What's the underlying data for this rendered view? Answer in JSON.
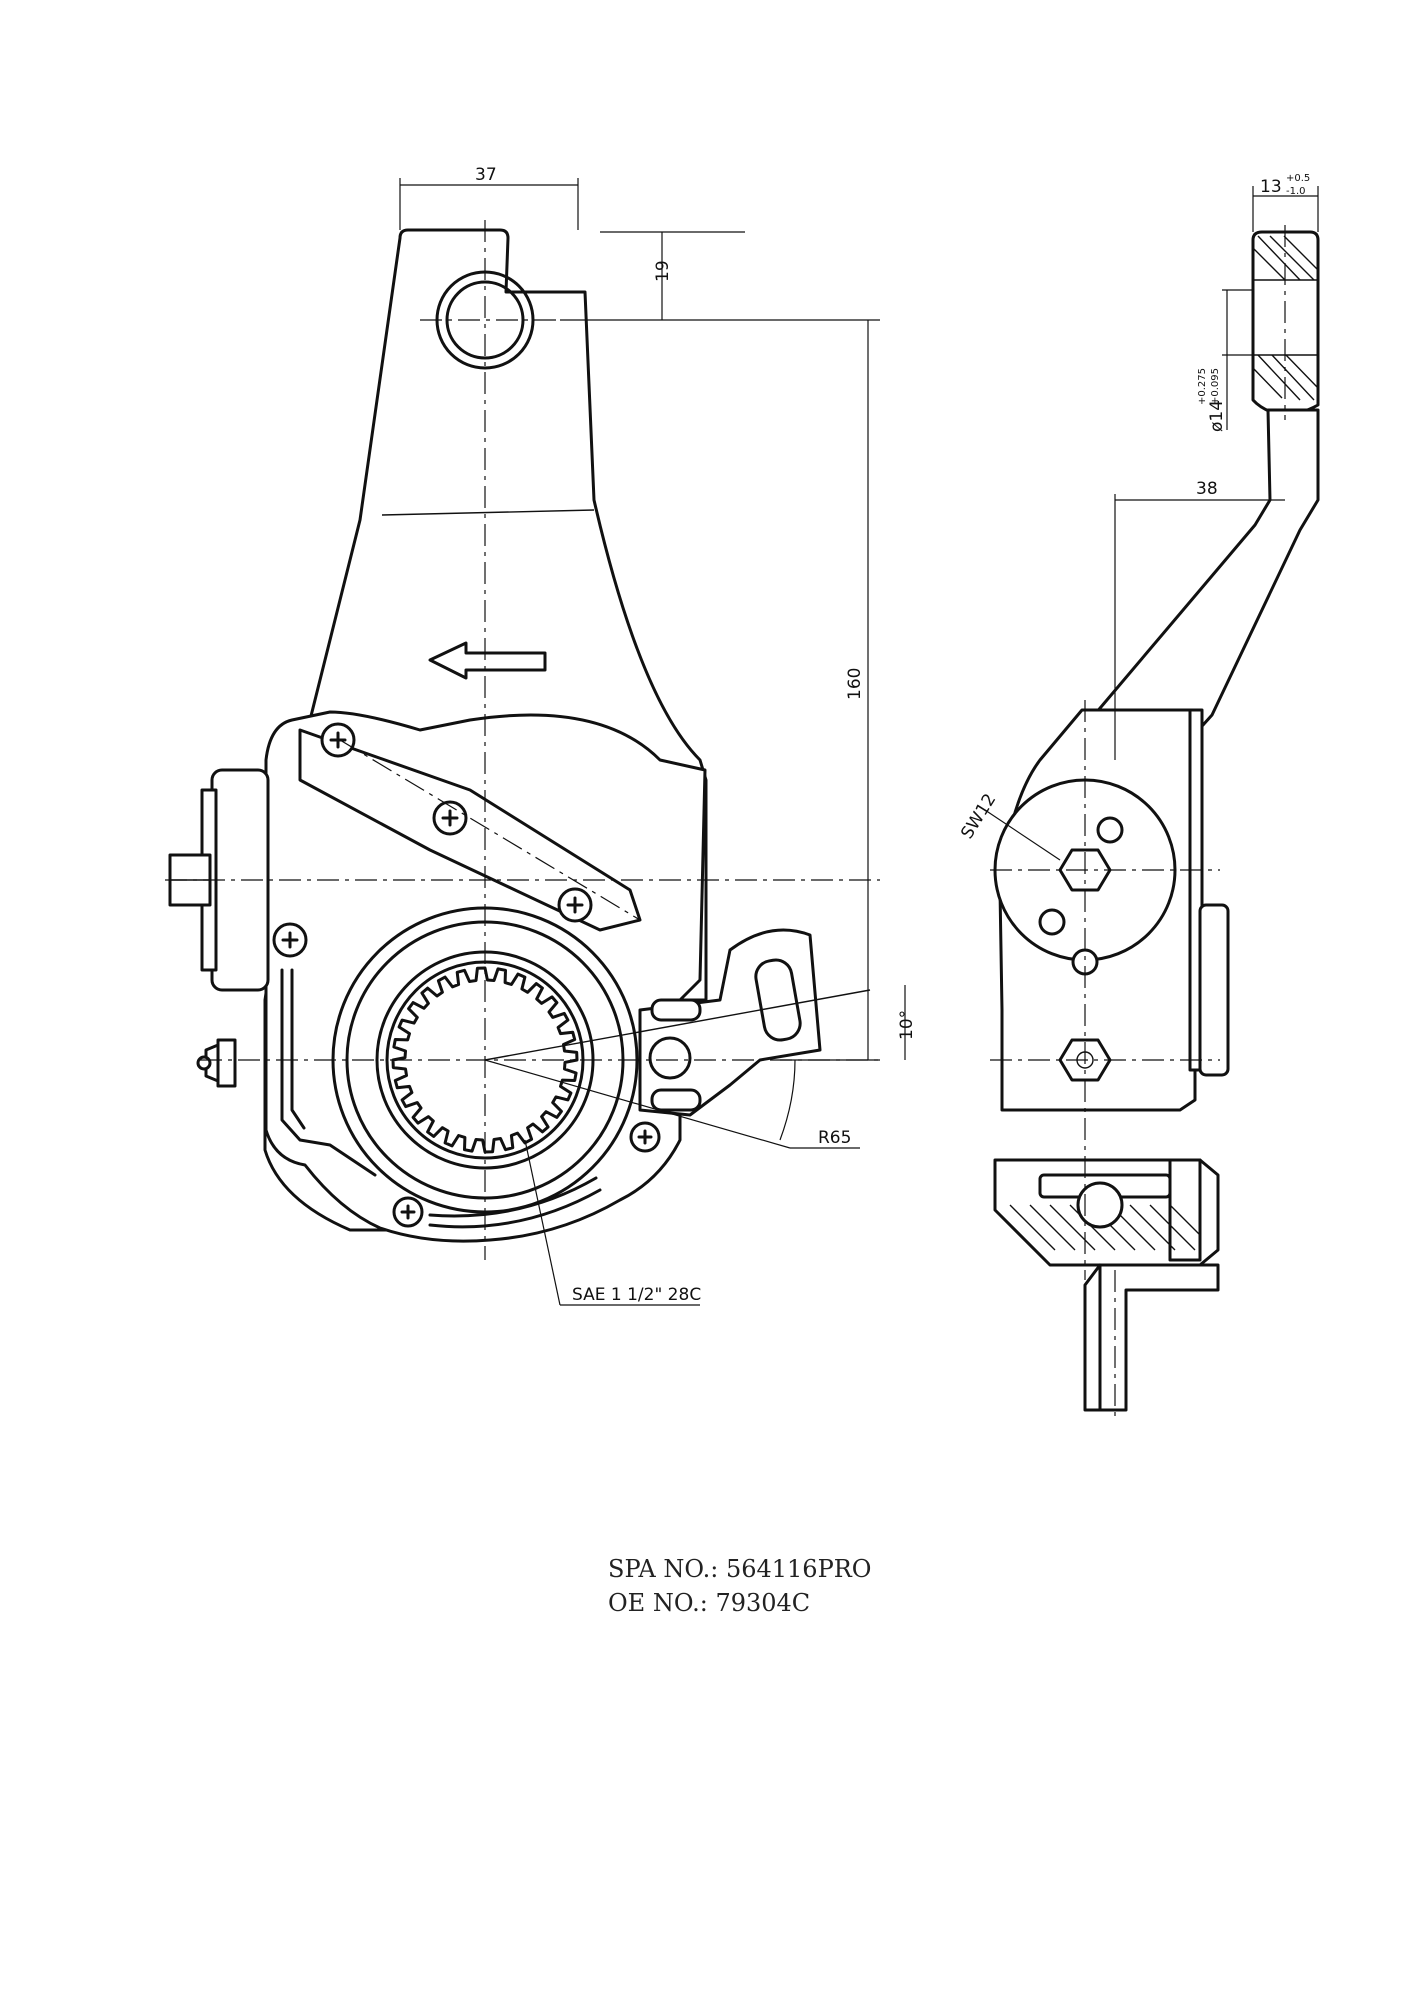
{
  "dimensions": {
    "width_37": "37",
    "height_19": "19",
    "length_160": "160",
    "angle_10": "10°",
    "radius_R65": "R65",
    "spline": "SAE 1 1/2\" 28C",
    "offset_38": "38",
    "wrench_SW12": "SW12",
    "thickness_13": "13",
    "thickness_13_tol_upper": "+0.5",
    "thickness_13_tol_lower": "-1.0",
    "bore_d14": "ø14",
    "bore_d14_tol_upper": "+0.275",
    "bore_d14_tol_lower": "+0.095"
  },
  "caption": {
    "spa_no": "SPA NO.: 564116PRO",
    "oe_no": "OE NO.: 79304C"
  }
}
